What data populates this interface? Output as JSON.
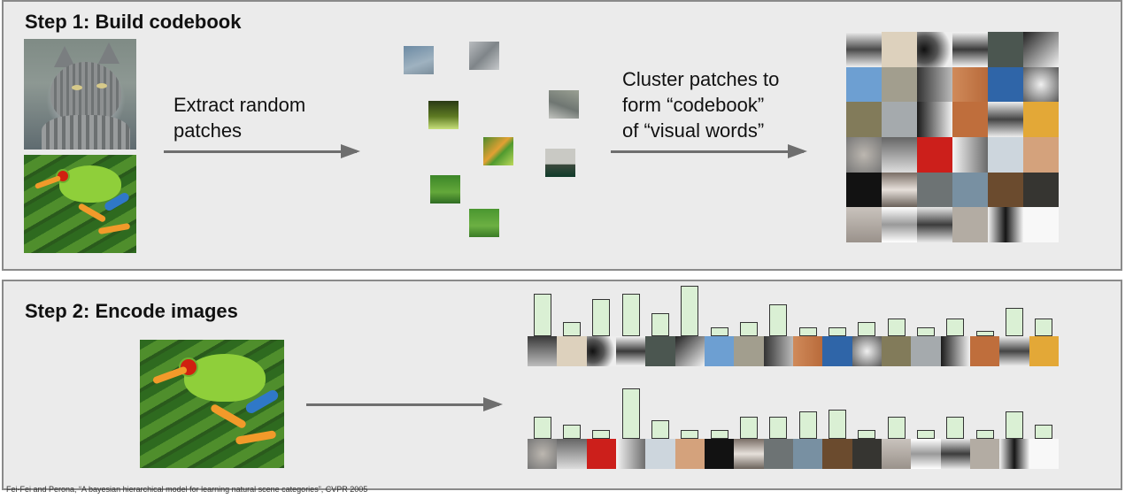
{
  "step1": {
    "title": "Step 1: Build codebook",
    "extract_label": [
      "Extract random",
      "patches"
    ],
    "cluster_label": [
      "Cluster patches to",
      "form “codebook”",
      "of “visual words”"
    ]
  },
  "step2": {
    "title": "Step 2: Encode images"
  },
  "citation": "Fei-Fei and Perona, “A bayesian hierarchical model for learning natural scene categories”, CVPR 2005",
  "icons": {
    "extract_arrow": "right-arrow-icon",
    "cluster_arrow": "right-arrow-icon",
    "encode_arrow": "right-arrow-icon"
  },
  "colors": {
    "panel_bg": "#ebebeb",
    "panel_border": "#8a8a8a",
    "arrow": "#6e6e6e",
    "hist_bar": "#daf0d4"
  },
  "patches": [
    "linear-gradient(160deg,#6c8aa3,#9fb2c0 60%,#7b8e9c)",
    "linear-gradient(135deg,#b9bcbf,#7f8589 50%,#c6c9cb)",
    "linear-gradient(200deg,#9aa093,#6f7672 55%,#c2c4bf)",
    "linear-gradient(180deg,#2a3a15,#5d7a22 55%,#c7e07a)",
    "linear-gradient(135deg,#4c8a2c,#e2a033 45%,#4f9a2f 60%,#bcd85a)",
    "linear-gradient(180deg,#c9c9c4 0 55%,#3c4a3d 56%,#0f3b2a)",
    "linear-gradient(180deg,#3c8628,#63a83a 60%,#2f6c23)",
    "linear-gradient(180deg,#4a962f,#6cb043 60%,#3a7c26)"
  ],
  "codebook": [
    [
      "linear-gradient(180deg,#f0f0f0,#4a4a4a 50%,#f0f0f0)",
      "#ddd1bd",
      "radial-gradient(circle at 20% 50%,#111 0,#555 40%,#eee 80%)",
      "linear-gradient(180deg,#f5f5f5,#3a3a3a 50%,#f5f5f5)",
      "#4b5650",
      "linear-gradient(135deg,#222,#f2f2f2)"
    ],
    [
      "#6d9fd2",
      "#a29e8e",
      "linear-gradient(90deg,#333,#bbb)",
      "linear-gradient(90deg,#d08a5a,#b86a3a)",
      "#2f65a8",
      "radial-gradient(circle at 50% 50%,#f0f0f0,#5a5a5a)"
    ],
    [
      "#827b5a",
      "#a5aaad",
      "linear-gradient(90deg,#1a1a1a,#f2f2f2)",
      "#bf6e3c",
      "linear-gradient(180deg,#eee,#444 50%,#eee)",
      "#e3a837"
    ],
    [
      "radial-gradient(circle at 50% 50%,#bcb7b0,#777)",
      "linear-gradient(180deg,#666,#ddd)",
      "#cc1f1b",
      "linear-gradient(90deg,#f5f5f5,#6a6a6a)",
      "#cdd6dd",
      "#d4a27c"
    ],
    [
      "#121212",
      "linear-gradient(180deg,#7a6e66,#e6e0da 50%,#6b625b)",
      "#6d7374",
      "#7890a2",
      "#6b4b2e",
      "#363531"
    ],
    [
      "linear-gradient(180deg,#c9c3bd,#9a928b)",
      "linear-gradient(180deg,#ffffff,#999 50%,#fff)",
      "linear-gradient(180deg,#e7e7e7,#3c3c3c 50%,#e7e7e7)",
      "#b3aca3",
      "linear-gradient(90deg,#f4f4f4,#151515 50%,#f4f4f4)",
      "#f8f8f8"
    ]
  ],
  "histograms": [
    {
      "values": [
        46,
        15,
        41,
        46,
        25,
        55,
        10,
        15,
        35,
        10,
        10,
        15,
        19,
        10,
        19,
        6,
        31,
        19
      ],
      "cells": [
        "linear-gradient(180deg,#3a3a3a,#bdbdbd)",
        "#ddd1bd",
        "radial-gradient(circle at 20% 50%,#111 0,#555 40%,#eee 80%)",
        "linear-gradient(180deg,#f5f5f5,#3a3a3a 50%,#f5f5f5)",
        "#4b5650",
        "linear-gradient(135deg,#222,#f2f2f2)",
        "#6d9fd2",
        "#a29e8e",
        "linear-gradient(90deg,#333,#bbb)",
        "linear-gradient(90deg,#d08a5a,#b86a3a)",
        "#2f65a8",
        "radial-gradient(circle at 50% 50%,#f0f0f0,#5a5a5a)",
        "#827b5a",
        "#a5aaad",
        "linear-gradient(90deg,#1a1a1a,#f2f2f2)",
        "#bf6e3c",
        "linear-gradient(180deg,#eee,#444 50%,#eee)",
        "#e3a837"
      ]
    },
    {
      "values": [
        24,
        15,
        10,
        55,
        20,
        10,
        10,
        24,
        24,
        30,
        32,
        10,
        24,
        10,
        24,
        10,
        30,
        15
      ],
      "cells": [
        "radial-gradient(circle at 50% 50%,#bcb7b0,#777)",
        "linear-gradient(180deg,#666,#ddd)",
        "#cc1f1b",
        "linear-gradient(90deg,#f5f5f5,#6a6a6a)",
        "#cdd6dd",
        "#d4a27c",
        "#121212",
        "linear-gradient(180deg,#7a6e66,#e6e0da 50%,#6b625b)",
        "#6d7374",
        "#7890a2",
        "#6b4b2e",
        "#363531",
        "linear-gradient(180deg,#c9c3bd,#9a928b)",
        "linear-gradient(180deg,#ffffff,#999 50%,#fff)",
        "linear-gradient(180deg,#e7e7e7,#3c3c3c 50%,#e7e7e7)",
        "#b3aca3",
        "linear-gradient(90deg,#f4f4f4,#151515 50%,#f4f4f4)",
        "#f8f8f8"
      ]
    }
  ]
}
